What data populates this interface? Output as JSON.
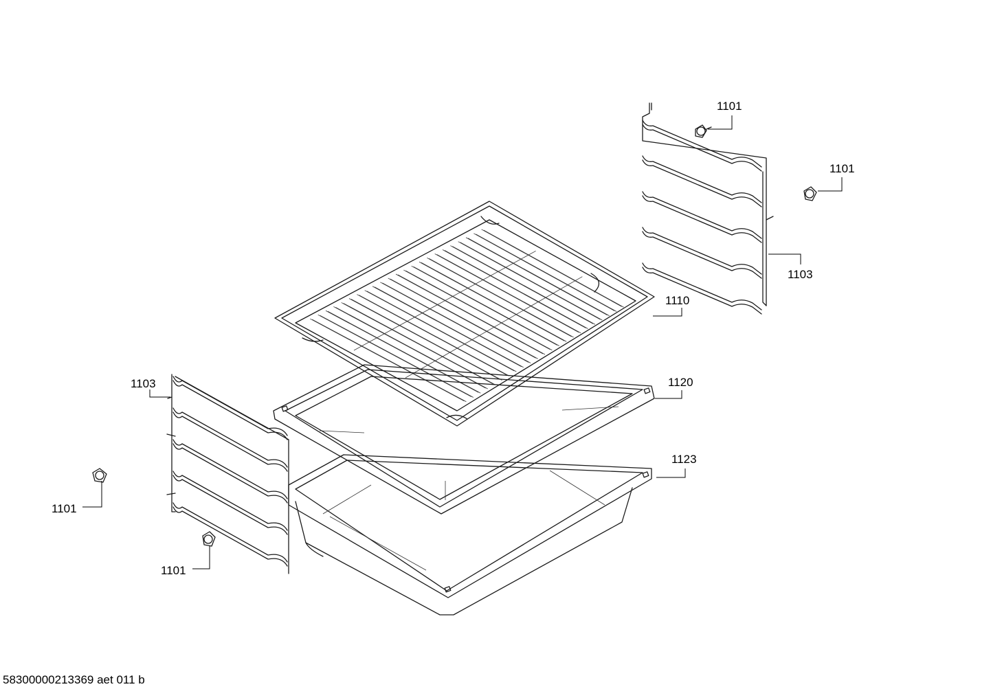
{
  "callouts": {
    "c1101_a": "1101",
    "c1101_b": "1101",
    "c1101_c": "1101",
    "c1101_d": "1101",
    "c1103_right": "1103",
    "c1103_left": "1103",
    "c1110": "1110",
    "c1120": "1120",
    "c1123": "1123"
  },
  "footer_code": "58300000213369 aet 011 b"
}
